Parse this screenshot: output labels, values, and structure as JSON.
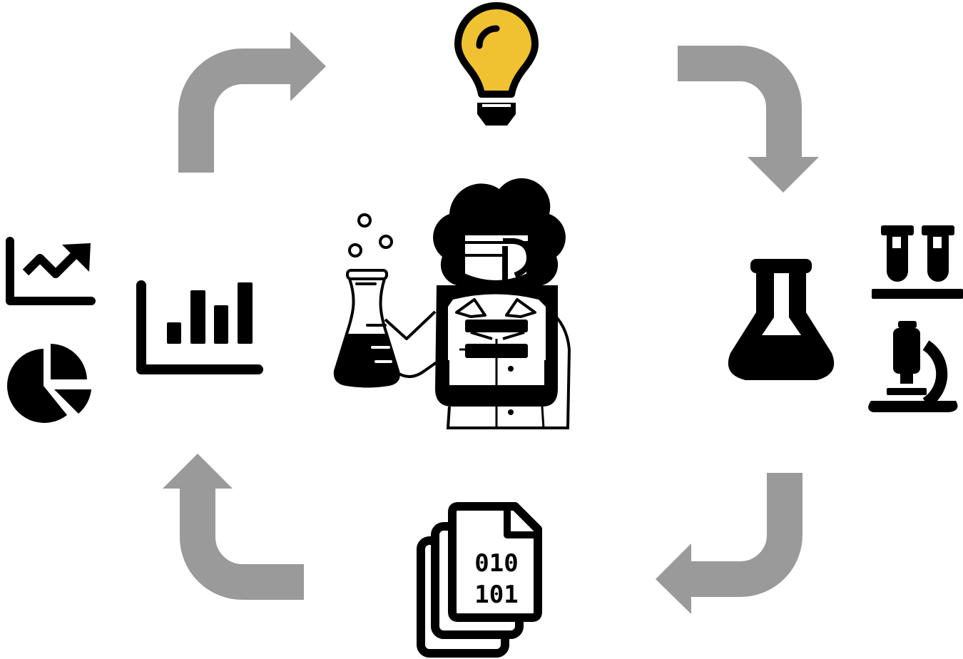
{
  "colors": {
    "ink": "#000000",
    "arrow": "#9a9a9a",
    "bulb": "#f0c232",
    "background": "#ffffff"
  },
  "cycle": {
    "center": {
      "icon": "scientist-with-flask-icon"
    },
    "steps": [
      {
        "icon": "lightbulb-icon"
      },
      {
        "icon": "lab-equipment-icon"
      },
      {
        "icon": "binary-data-files-icon"
      },
      {
        "icon": "data-analysis-icon"
      }
    ],
    "arrows": [
      "arrow-idea-to-experiment",
      "arrow-experiment-to-data",
      "arrow-data-to-analysis",
      "arrow-analysis-to-idea"
    ]
  },
  "data_files": {
    "line1": "010",
    "line2": "101"
  }
}
